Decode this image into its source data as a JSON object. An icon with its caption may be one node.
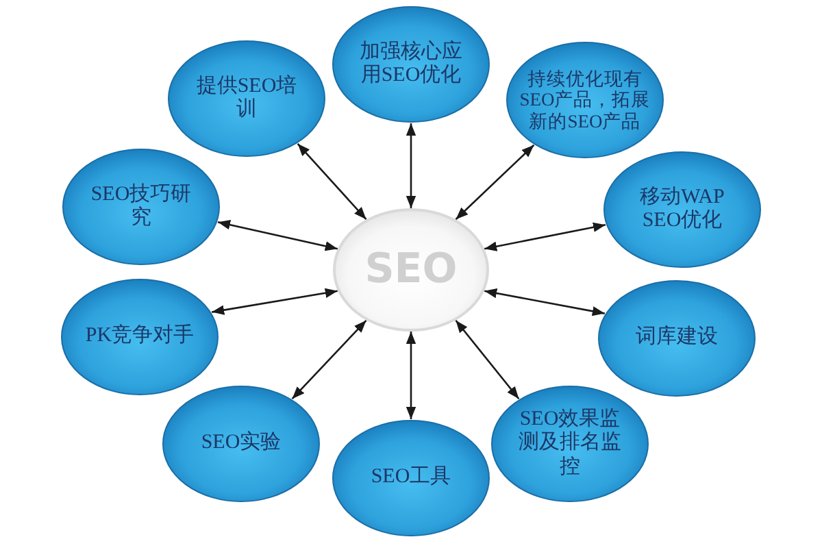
{
  "diagram": {
    "nodes": [
      {
        "text": [
          "SEO"
        ]
      },
      {
        "text": [
          "加强核心应用SEO优化"
        ]
      },
      {
        "text": [
          "提供SEO培训"
        ]
      },
      {
        "text": [
          "持续优化现有SEO产品，拓展新的SEO产品"
        ]
      },
      {
        "text": [
          "SEO技巧研究"
        ]
      },
      {
        "text": [
          "移动WAP SEO优化"
        ]
      },
      {
        "text": [
          "PK竞争对手"
        ]
      },
      {
        "text": [
          "词库建设"
        ]
      },
      {
        "text": [
          "SEO实验"
        ]
      },
      {
        "text": [
          "SEO工具"
        ]
      },
      {
        "text": [
          "SEO效果监测及排名监控"
        ]
      }
    ],
    "edges": [
      {
        "from": 0,
        "to": 1,
        "arrow": "both"
      },
      {
        "from": 0,
        "to": 2,
        "arrow": "both"
      },
      {
        "from": 0,
        "to": 3,
        "arrow": "both"
      },
      {
        "from": 0,
        "to": 4,
        "arrow": "both"
      },
      {
        "from": 0,
        "to": 5,
        "arrow": "both"
      },
      {
        "from": 0,
        "to": 6,
        "arrow": "both"
      },
      {
        "from": 0,
        "to": 7,
        "arrow": "both"
      },
      {
        "from": 0,
        "to": 8,
        "arrow": "both"
      },
      {
        "from": 0,
        "to": 9,
        "arrow": "both"
      },
      {
        "from": 0,
        "to": 10,
        "arrow": "both"
      }
    ]
  }
}
